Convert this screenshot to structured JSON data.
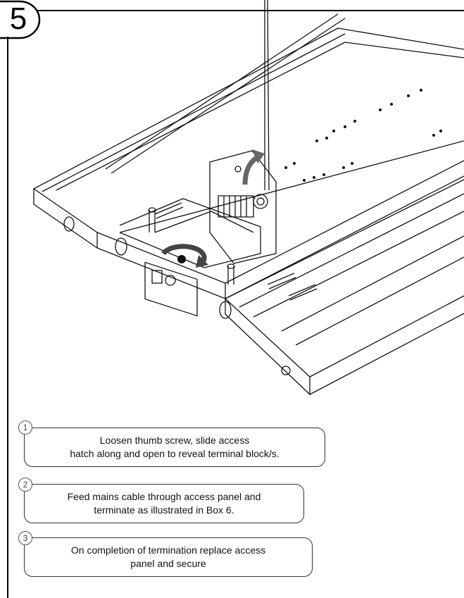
{
  "step": {
    "number": "5"
  },
  "illustration": {
    "subject": "ceiling light fitting with access hatch and terminal blocks"
  },
  "instructions": [
    {
      "number": "1",
      "text": "Loosen thumb screw, slide access\nhatch along and open to reveal terminal block/s."
    },
    {
      "number": "2",
      "text": "Feed mains cable through access panel and\nterminate as illustrated in Box 6."
    },
    {
      "number": "3",
      "text": "On completion of termination replace access\npanel and secure"
    }
  ]
}
